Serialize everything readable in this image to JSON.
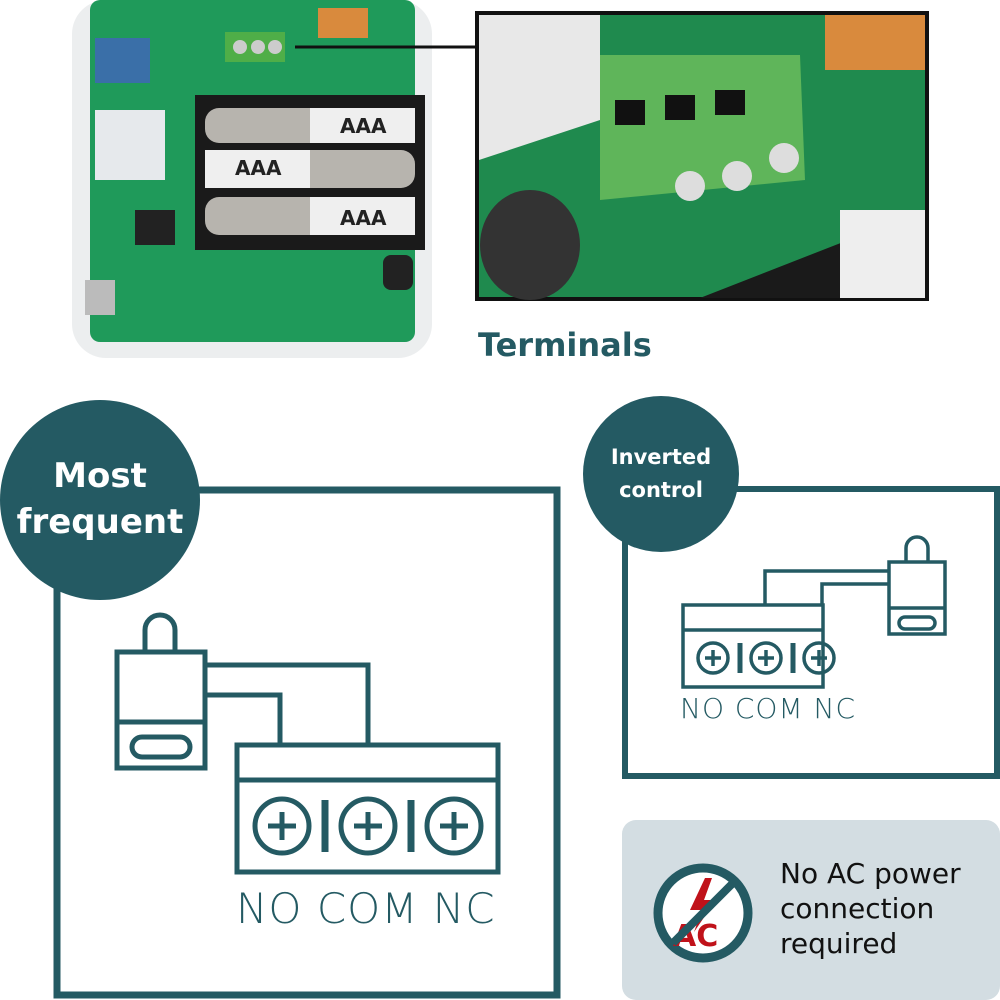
{
  "photo": {
    "battery_label": "AAA",
    "zoom_caption": "Terminals"
  },
  "diagrams": {
    "most_frequent": {
      "badge": [
        "Most",
        "frequent"
      ],
      "labels": "NO COM NC"
    },
    "inverted": {
      "badge": [
        "Inverted",
        "control"
      ],
      "labels": "NO COM NC"
    }
  },
  "notice": {
    "icon": "no-ac-icon",
    "lines": [
      "No AC power",
      "connection",
      "required"
    ],
    "icon_text": "AC"
  },
  "colors": {
    "teal": "#245a63",
    "pcb": "#1f9a5a",
    "notice_bg": "#d3dde2",
    "red": "#c0121a"
  }
}
